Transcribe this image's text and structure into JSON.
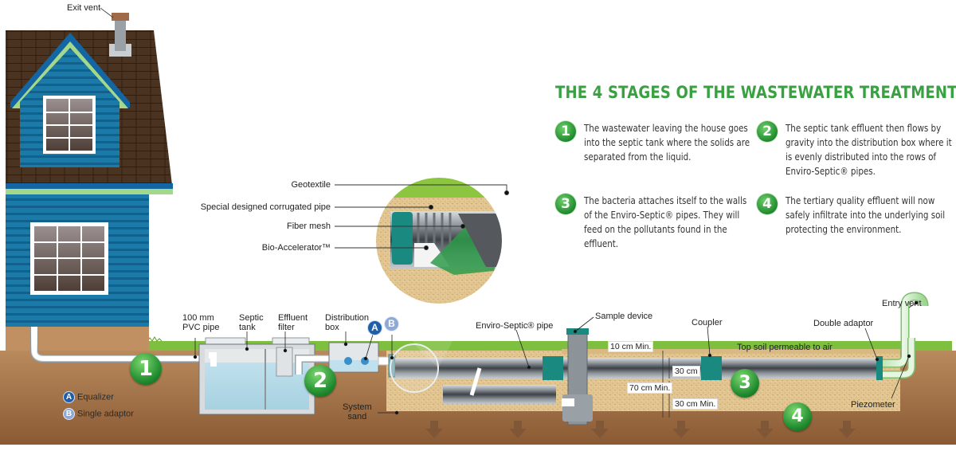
{
  "title": "THE 4 STAGES OF THE WASTEWATER TREATMENT",
  "stages": [
    {
      "number": "1",
      "text": "The wastewater leaving the house goes into the septic tank where the solids are separated from the liquid."
    },
    {
      "number": "2",
      "text": "The septic tank effluent then flows by gravity into the distribution box where it is evenly distributed into the rows of Enviro-Septic® pipes."
    },
    {
      "number": "3",
      "text": "The bacteria attaches itself to the walls of the Enviro-Septic® pipes. They will feed on the pollutants found in the effluent."
    },
    {
      "number": "4",
      "text": "The tertiary quality effluent will now safely infiltrate into the underlying soil protecting the environment."
    }
  ],
  "labels": {
    "exit_vent": "Exit vent",
    "geotextile": "Geotextile",
    "corrugated_pipe": "Special designed corrugated pipe",
    "fiber_mesh": "Fiber mesh",
    "bio_accelerator": "Bio-Accelerator™",
    "pvc_pipe_line1": "100 mm",
    "pvc_pipe_line2": "PVC pipe",
    "septic_tank_line1": "Septic",
    "septic_tank_line2": "tank",
    "effluent_filter_line1": "Effluent",
    "effluent_filter_line2": "filter",
    "distribution_box_line1": "Distribution",
    "distribution_box_line2": "box",
    "enviro_septic_pipe": "Enviro-Septic® pipe",
    "sample_device": "Sample device",
    "coupler": "Coupler",
    "double_adaptor": "Double adaptor",
    "entry_vent": "Entry vent",
    "top_soil": "Top soil permeable to air",
    "piezometer": "Piezometer",
    "system_sand_line1": "System",
    "system_sand_line2": "sand"
  },
  "dimensions": {
    "top_min": "10 cm Min.",
    "pipe": "30 cm",
    "total_min": "70 cm Min.",
    "bottom_min": "30 cm Min."
  },
  "legend": [
    {
      "key": "A",
      "label": "Equalizer"
    },
    {
      "key": "B",
      "label": "Single adaptor"
    }
  ],
  "diagram_badges": [
    "1",
    "2",
    "3",
    "4"
  ],
  "colors": {
    "title_green": "#3aa142",
    "soil_brown": "#b07a4c",
    "sand": "#e3c690",
    "grass": "#7fbf3f",
    "siding_blue": "#1f7fae",
    "roof_brown": "#4a3320",
    "pipe_teal": "#1a8a80"
  }
}
